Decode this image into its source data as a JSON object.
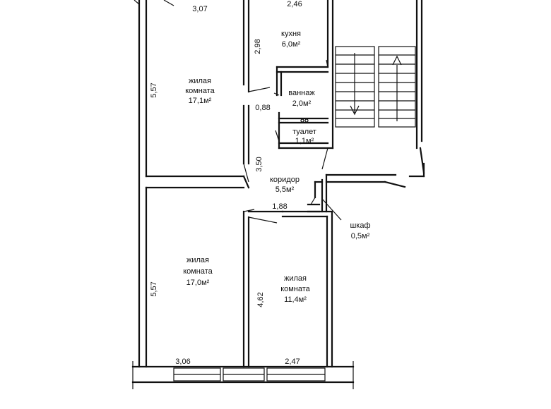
{
  "rooms": {
    "living_top": {
      "line1": "жилая",
      "line2": "комната",
      "area": "17,1м²"
    },
    "kitchen": {
      "name": "кухня",
      "area": "6,0м²"
    },
    "bathroom": {
      "name": "ваннаж",
      "area": "2,0м²"
    },
    "toilet": {
      "name": "туалет",
      "area": "1,1м²"
    },
    "corridor": {
      "name": "коридор",
      "area": "5,5м²"
    },
    "closet": {
      "name": "шкаф",
      "area": "0,5м²"
    },
    "living_bottom_left": {
      "line1": "жилая",
      "line2": "комната",
      "area": "17,0м²"
    },
    "living_bottom_right": {
      "line1": "жилая",
      "line2": "комната",
      "area": "11,4м²"
    }
  },
  "dimensions": {
    "top_left_width": "3,07",
    "kitchen_width": "2,46",
    "kitchen_depth": "2,98",
    "top_left_depth": "5,57",
    "bath_door": "0,88",
    "corridor_depth": "3,50",
    "corridor_width": "1,88",
    "bottom_left_depth": "5,57",
    "bottom_right_depth": "4,62",
    "bottom_left_width": "3,06",
    "bottom_right_width": "2,47"
  }
}
